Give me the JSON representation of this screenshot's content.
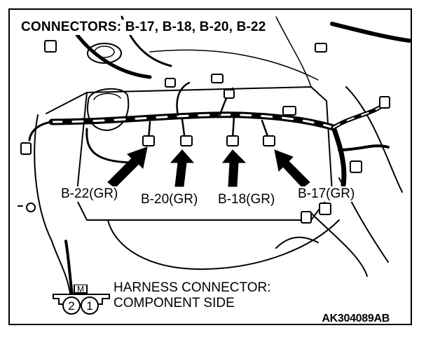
{
  "title": "CONNECTORS: B-17, B-18, B-20, B-22",
  "connectors": [
    {
      "id": "b22",
      "label": "B-22(GR)"
    },
    {
      "id": "b20",
      "label": "B-20(GR)"
    },
    {
      "id": "b18",
      "label": "B-18(GR)"
    },
    {
      "id": "b17",
      "label": "B-17(GR)"
    }
  ],
  "legend": {
    "line1": "HARNESS CONNECTOR:",
    "line2": "COMPONENT SIDE",
    "connector_tag": "M",
    "pins": [
      "2",
      "1"
    ]
  },
  "figure_id": "AK304089AB"
}
